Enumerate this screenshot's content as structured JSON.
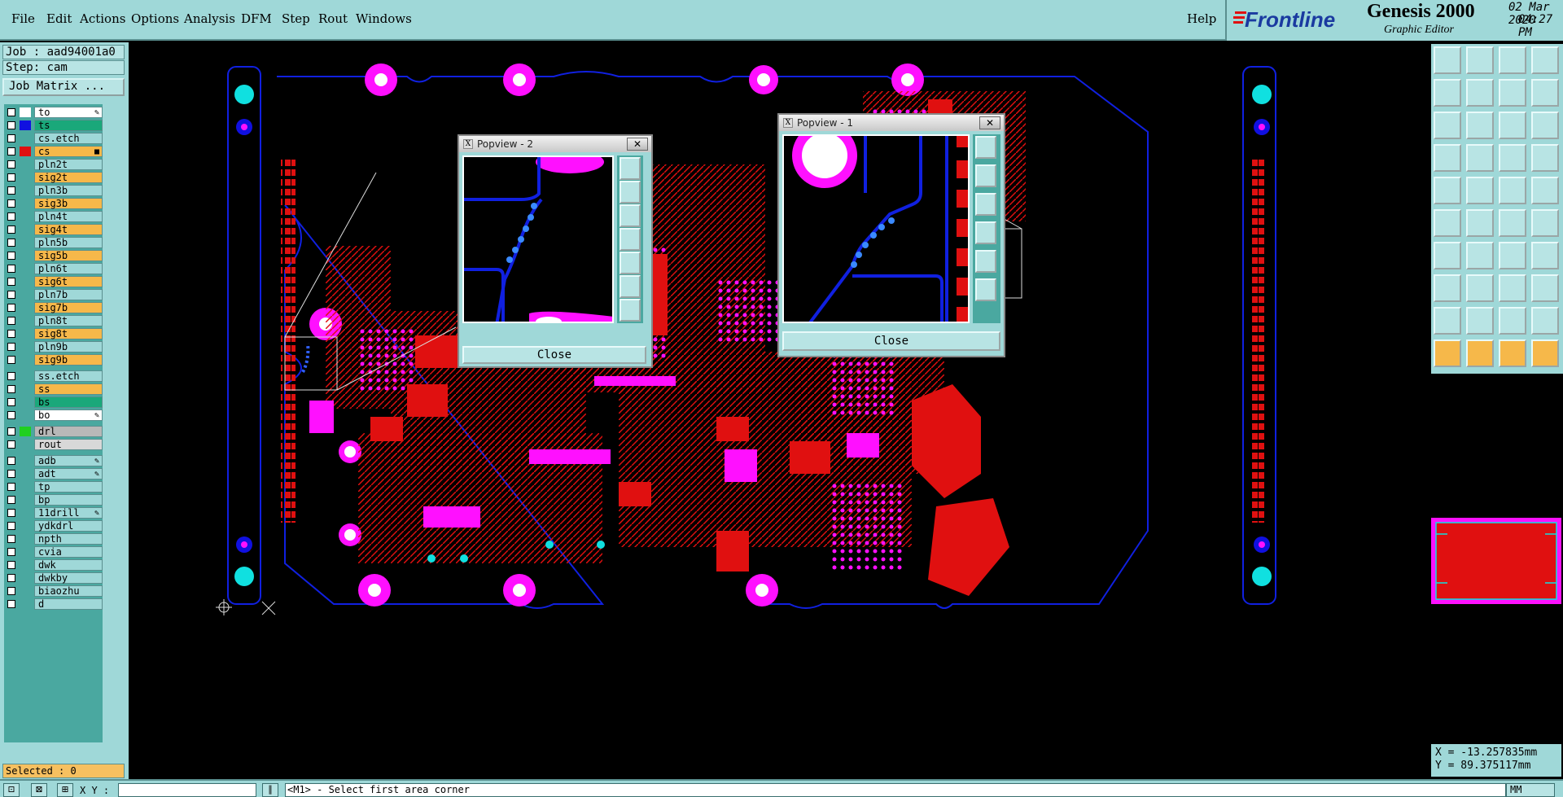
{
  "menu": {
    "items": [
      "File",
      "Edit",
      "Actions",
      "Options",
      "Analysis",
      "DFM",
      "Step",
      "Rout",
      "Windows"
    ],
    "help": "Help"
  },
  "brand": {
    "logo_text": "Frontline",
    "product": "Genesis 2000",
    "subtitle": "Graphic Editor",
    "date": "02 Mar 2020",
    "time": "04:27 PM"
  },
  "job": {
    "job_line": "Job : aad94001a0",
    "step_line": "Step: cam",
    "matrix_button": "Job Matrix ..."
  },
  "layers": [
    {
      "name": "to",
      "color": "#ffffff",
      "bg": "#ffffff",
      "mark": "pen"
    },
    {
      "name": "ts",
      "color": "#1010e0",
      "bg": "#1aa87a",
      "mark": ""
    },
    {
      "name": "cs.etch",
      "color": "",
      "bg": "#9fd8d8",
      "mark": ""
    },
    {
      "name": "cs",
      "color": "#e01010",
      "bg": "#f6b84a",
      "mark": "box"
    },
    {
      "name": "pln2t",
      "color": "",
      "bg": "#9fd8d8",
      "mark": ""
    },
    {
      "name": "sig2t",
      "color": "",
      "bg": "#f6b84a",
      "mark": ""
    },
    {
      "name": "pln3b",
      "color": "",
      "bg": "#9fd8d8",
      "mark": ""
    },
    {
      "name": "sig3b",
      "color": "",
      "bg": "#f6b84a",
      "mark": ""
    },
    {
      "name": "pln4t",
      "color": "",
      "bg": "#9fd8d8",
      "mark": ""
    },
    {
      "name": "sig4t",
      "color": "",
      "bg": "#f6b84a",
      "mark": ""
    },
    {
      "name": "pln5b",
      "color": "",
      "bg": "#9fd8d8",
      "mark": ""
    },
    {
      "name": "sig5b",
      "color": "",
      "bg": "#f6b84a",
      "mark": ""
    },
    {
      "name": "pln6t",
      "color": "",
      "bg": "#9fd8d8",
      "mark": ""
    },
    {
      "name": "sig6t",
      "color": "",
      "bg": "#f6b84a",
      "mark": ""
    },
    {
      "name": "pln7b",
      "color": "",
      "bg": "#9fd8d8",
      "mark": ""
    },
    {
      "name": "sig7b",
      "color": "",
      "bg": "#f6b84a",
      "mark": ""
    },
    {
      "name": "pln8t",
      "color": "",
      "bg": "#9fd8d8",
      "mark": ""
    },
    {
      "name": "sig8t",
      "color": "",
      "bg": "#f6b84a",
      "mark": ""
    },
    {
      "name": "pln9b",
      "color": "",
      "bg": "#9fd8d8",
      "mark": ""
    },
    {
      "name": "sig9b",
      "color": "",
      "bg": "#f6b84a",
      "mark": ""
    },
    {
      "name": "ss.etch",
      "color": "",
      "bg": "#9fd8d8",
      "mark": ""
    },
    {
      "name": "ss",
      "color": "",
      "bg": "#f6b84a",
      "mark": ""
    },
    {
      "name": "bs",
      "color": "",
      "bg": "#1aa87a",
      "mark": ""
    },
    {
      "name": "bo",
      "color": "",
      "bg": "#ffffff",
      "mark": "pen"
    },
    {
      "name": "drl",
      "color": "#20d020",
      "bg": "#b8b8b8",
      "mark": ""
    },
    {
      "name": "rout",
      "color": "",
      "bg": "#d8d8d8",
      "mark": ""
    },
    {
      "name": "adb",
      "color": "",
      "bg": "#9fd8d8",
      "mark": "pen"
    },
    {
      "name": "adt",
      "color": "",
      "bg": "#9fd8d8",
      "mark": "pen"
    },
    {
      "name": "tp",
      "color": "",
      "bg": "#9fd8d8",
      "mark": ""
    },
    {
      "name": "bp",
      "color": "",
      "bg": "#9fd8d8",
      "mark": ""
    },
    {
      "name": "11drill",
      "color": "",
      "bg": "#9fd8d8",
      "mark": "pen"
    },
    {
      "name": "ydkdrl",
      "color": "",
      "bg": "#9fd8d8",
      "mark": ""
    },
    {
      "name": "npth",
      "color": "",
      "bg": "#9fd8d8",
      "mark": ""
    },
    {
      "name": "cvia",
      "color": "",
      "bg": "#9fd8d8",
      "mark": ""
    },
    {
      "name": "dwk",
      "color": "",
      "bg": "#9fd8d8",
      "mark": ""
    },
    {
      "name": "dwkby",
      "color": "",
      "bg": "#9fd8d8",
      "mark": ""
    },
    {
      "name": "biaozhu",
      "color": "",
      "bg": "#9fd8d8",
      "mark": ""
    },
    {
      "name": "d",
      "color": "",
      "bg": "#9fd8d8",
      "mark": ""
    }
  ],
  "status": {
    "selected": "Selected : 0",
    "xy_label": "X Y :",
    "message": "<M1> - Select first area corner",
    "unit": "MM"
  },
  "coords": {
    "x": "X = -13.257835mm",
    "y": "Y = 89.375117mm"
  },
  "popups": {
    "p2": {
      "title": "Popview - 2",
      "close": "Close",
      "x": "✕"
    },
    "p1": {
      "title": "Popview - 1",
      "close": "Close",
      "x": "✕"
    }
  },
  "colors": {
    "panel": "#9fd8d8",
    "copper": "#e01010",
    "pads": "#ff10ff",
    "outline": "#1020e0",
    "cyan_holes": "#10e0e0"
  }
}
